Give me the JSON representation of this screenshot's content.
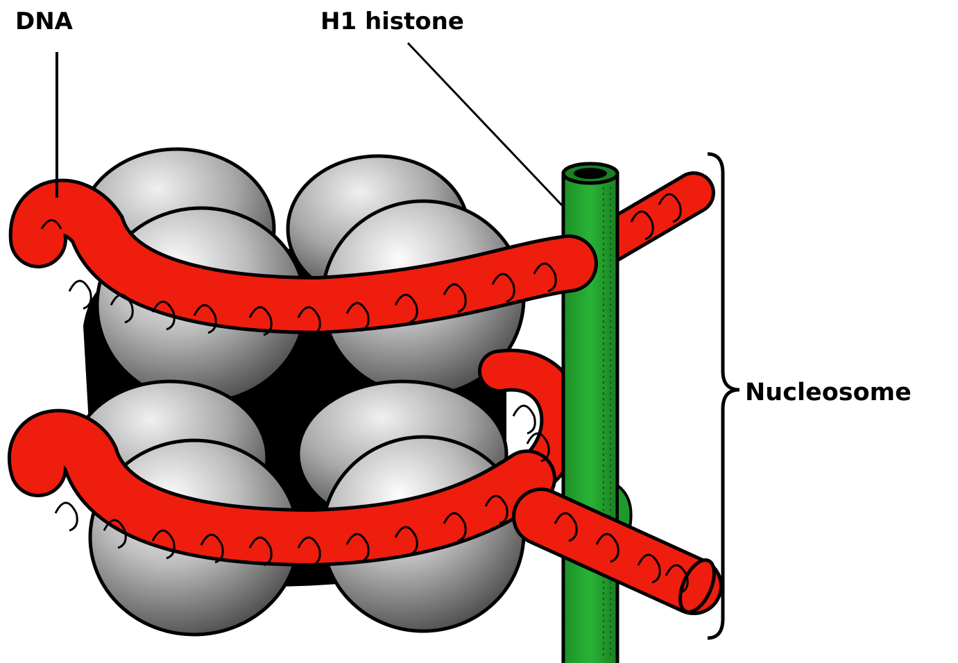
{
  "labels": {
    "dna": "DNA",
    "h1_histone": "H1 histone",
    "nucleosome": "Nucleosome"
  },
  "colors": {
    "dna": "#ee1d0e",
    "h1_histone": "#1d9a2b",
    "histone_core": "#8c8c8c",
    "outline": "#000000",
    "background": "#ffffff"
  }
}
